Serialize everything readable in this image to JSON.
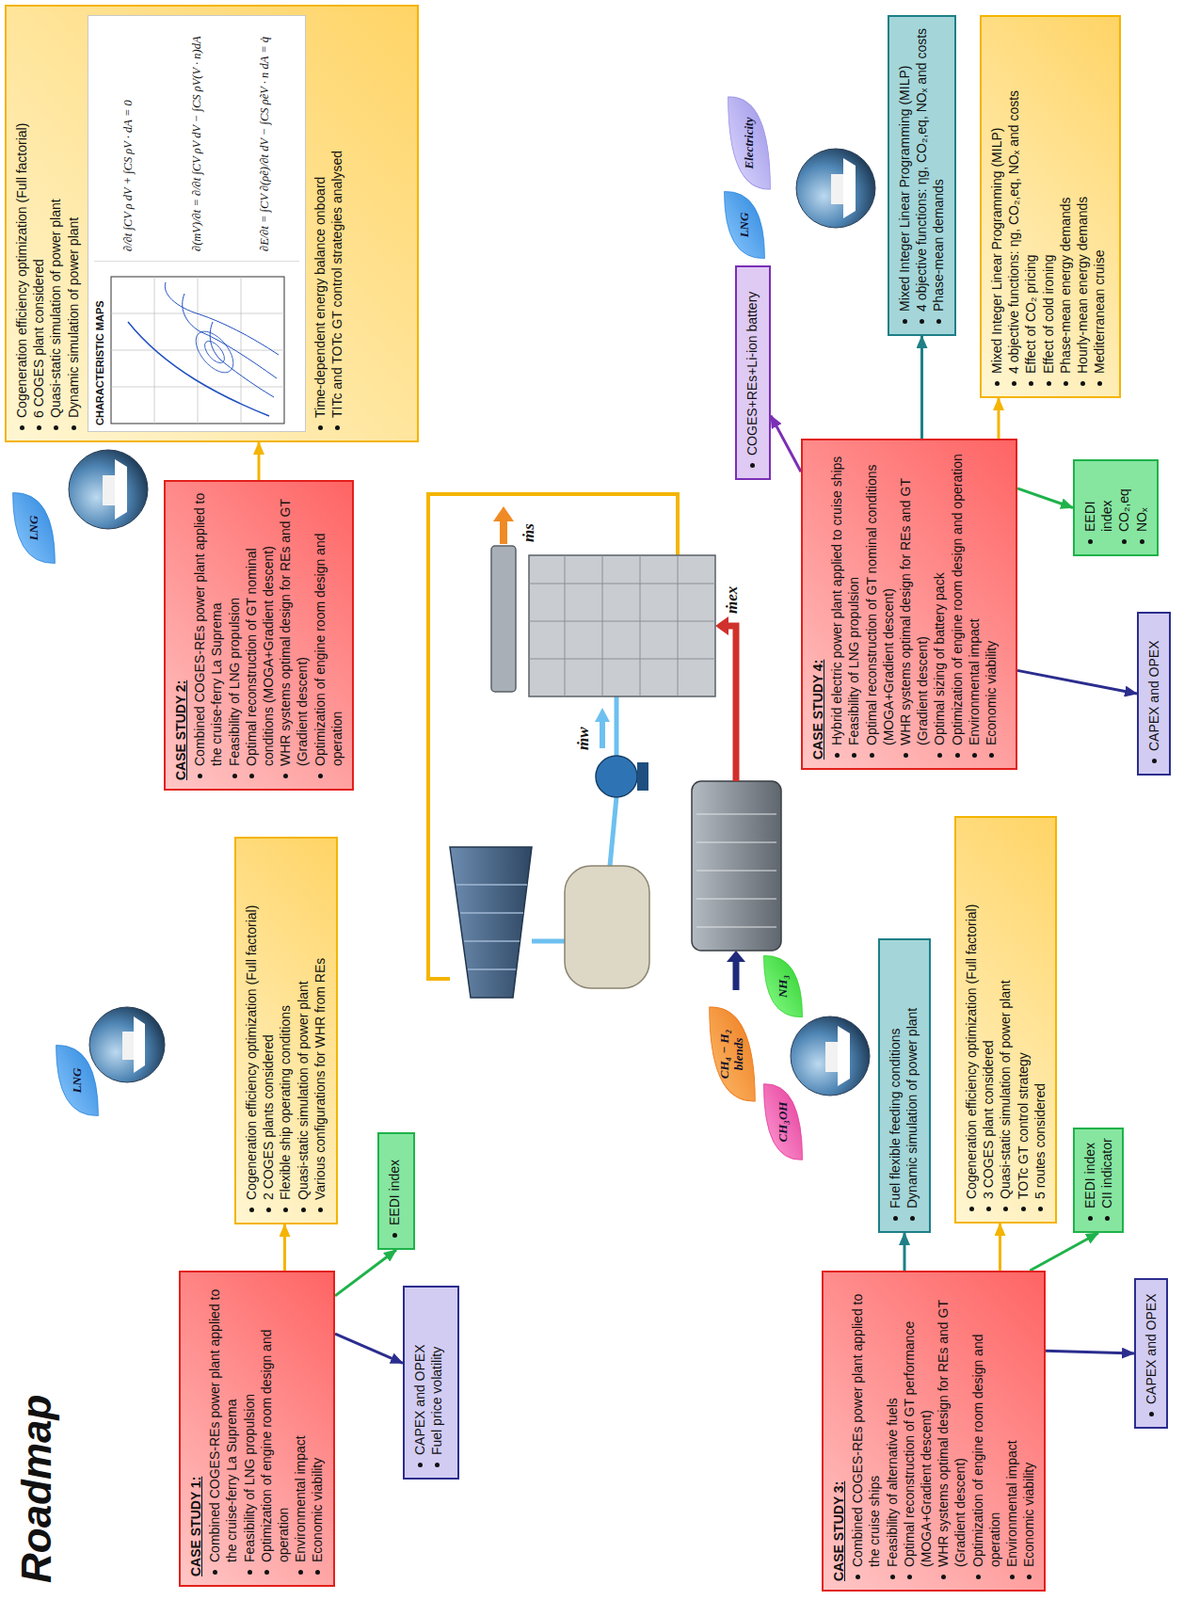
{
  "diagram": {
    "title": "Roadmap",
    "nodes": [
      {
        "text": [
          "CASE STUDY 1:",
          "Combined COGES-REs power plant applied to the cruise-ferry La Suprema",
          "Feasibility of LNG propulsion",
          "Optimization of engine room design and operation",
          "Environmental impact",
          "Economic viability"
        ]
      },
      {
        "text": [
          "Cogeneration efficiency optimization (Full factorial)",
          "2 COGES plants considered",
          "Flexible ship operating conditions",
          "Quasi-static simulation of power plant",
          "Various configurations for WHR from REs"
        ]
      },
      {
        "text": [
          "EEDI index"
        ]
      },
      {
        "text": [
          "CAPEX and OPEX",
          "Fuel price volatility"
        ]
      },
      {
        "text": [
          "LNG"
        ]
      },
      {
        "text": [
          "CASE STUDY 2:",
          "Combined COGES-REs power plant applied to the cruise-ferry La Suprema",
          "Feasibility of LNG propulsion",
          "Optimal reconstruction of GT nominal conditions (MOGA+Gradient descent)",
          "WHR systems optimal design for REs and GT (Gradient descent)",
          "Optimization of engine room design and operation"
        ]
      },
      {
        "text": [
          "Cogeneration efficiency optimization (Full factorial)",
          "6 COGES plant considered",
          "Quasi-static simulation of power plant",
          "Dynamic simulation of power plant",
          "Time-dependent energy balance onboard",
          "TITc and TOTc GT control strategies analysed"
        ]
      },
      {
        "text": [
          "LNG"
        ]
      },
      {
        "text": [
          "CASE STUDY 3:",
          "Combined COGES-REs power plant applied to the cruise ships",
          "Feasibility of alternative fuels",
          "Optimal reconstruction of GT performance (MOGA+Gradient descent)",
          "WHR systems optimal design for REs and GT (Gradient descent)",
          "Optimization of engine room design and operation",
          "Environmental impact",
          "Economic viability"
        ]
      },
      {
        "text": [
          "Fuel flexible feeding conditions",
          "Dynamic simulation of power plant"
        ]
      },
      {
        "text": [
          "Cogeneration efficiency optimization (Full factorial)",
          "3 COGES plant considered",
          "Quasi-static simulation of power plant",
          "TOTc GT control strategy",
          "5 routes considered"
        ]
      },
      {
        "text": [
          "EEDI index",
          "CII indicator"
        ]
      },
      {
        "text": [
          "CAPEX and OPEX"
        ]
      },
      {
        "text": [
          "CH₃OH"
        ]
      },
      {
        "text": [
          "CH₄ − H₂ blends"
        ]
      },
      {
        "text": [
          "NH₃"
        ]
      },
      {
        "text": [
          "CASE STUDY 4:",
          "Hybrid electric power plant applied to cruise ships",
          "Feasibility of LNG propulsion",
          "Optimal reconstruction of GT nominal conditions (MOGA+Gradient descent)",
          "WHR systems optimal design for REs and GT (Gradient descent)",
          "Optimal sizing of battery pack",
          "Optimization of engine room design and operation",
          "Environmental impact",
          "Economic viability"
        ]
      },
      {
        "text": [
          "COGES+REs+Li-ion battery"
        ]
      },
      {
        "text": [
          "Mixed Integer Linear Programming (MILP)",
          "4 objective functions: ηg, CO₂,eq, NOₓ and costs",
          "Phase-mean demands"
        ]
      },
      {
        "text": [
          "Mixed Integer Linear Programming (MILP)",
          "4 objective functions: ηg, CO₂,eq, NOₓ and costs",
          "Effect of CO₂ pricing",
          "Effect of cold ironing",
          "Phase-mean energy demands",
          "Hourly-mean energy demands",
          "Mediterranean cruise"
        ]
      },
      {
        "text": [
          "EEDI index",
          "CO₂,eq",
          "NOₓ"
        ]
      },
      {
        "text": [
          "CAPEX and OPEX"
        ]
      },
      {
        "text": [
          "LNG"
        ]
      },
      {
        "text": [
          "Electricity"
        ]
      }
    ],
    "edges": [
      {
        "from": 0,
        "to": 1,
        "arrow": "to"
      },
      {
        "from": 0,
        "to": 2,
        "arrow": "to"
      },
      {
        "from": 0,
        "to": 3,
        "arrow": "to"
      },
      {
        "from": 5,
        "to": 6,
        "arrow": "to"
      },
      {
        "from": 8,
        "to": 9,
        "arrow": "to"
      },
      {
        "from": 8,
        "to": 10,
        "arrow": "to"
      },
      {
        "from": 8,
        "to": 11,
        "arrow": "to"
      },
      {
        "from": 8,
        "to": 12,
        "arrow": "to"
      },
      {
        "from": 16,
        "to": 17,
        "arrow": "to"
      },
      {
        "from": 16,
        "to": 18,
        "arrow": "to"
      },
      {
        "from": 16,
        "to": 19,
        "arrow": "to"
      },
      {
        "from": 16,
        "to": 20,
        "arrow": "to"
      },
      {
        "from": 16,
        "to": 21,
        "arrow": "to"
      }
    ],
    "labels": [
      "CHARACTERISTIC MAPS",
      "∂/∂t ∫CV ρ dV + ∫CS ρV · dA = 0",
      "∂(mV)/∂t = ∂/∂t ∫CV ρV dV − ∫CS ρV(V · n)dA",
      "∂E/∂t = ∫CV ∂(ρẽ)/∂t dV − ∫CS ρẽV · n dA = q̇",
      "ṁs",
      "ṁw",
      "ṁex"
    ]
  }
}
